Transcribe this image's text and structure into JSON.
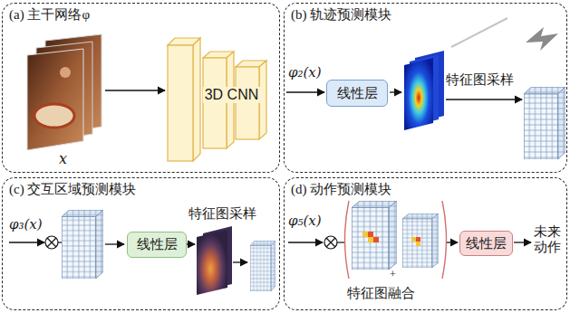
{
  "diagram": {
    "nodes": [
      {
        "text": [
          "(a) 主干网络φ"
        ]
      },
      {
        "text": [
          "3D CNN"
        ],
        "in": 0
      },
      {
        "text": [
          "(b) 轨迹预测模块"
        ]
      },
      {
        "text": [
          "线性层"
        ],
        "in": 2
      },
      {
        "text": [
          "(c) 交互区域预测模块"
        ]
      },
      {
        "text": [
          "线性层"
        ],
        "in": 4
      },
      {
        "text": [
          "(d) 动作预测模块"
        ]
      },
      {
        "text": [
          "线性层"
        ],
        "in": 6
      }
    ],
    "labels": [
      "x",
      "φ₂(x)",
      "特征图采样",
      "φ₃(x)",
      "特征图采样",
      "φ₅(x)",
      "+",
      "特征图融合",
      "未来动作"
    ]
  }
}
